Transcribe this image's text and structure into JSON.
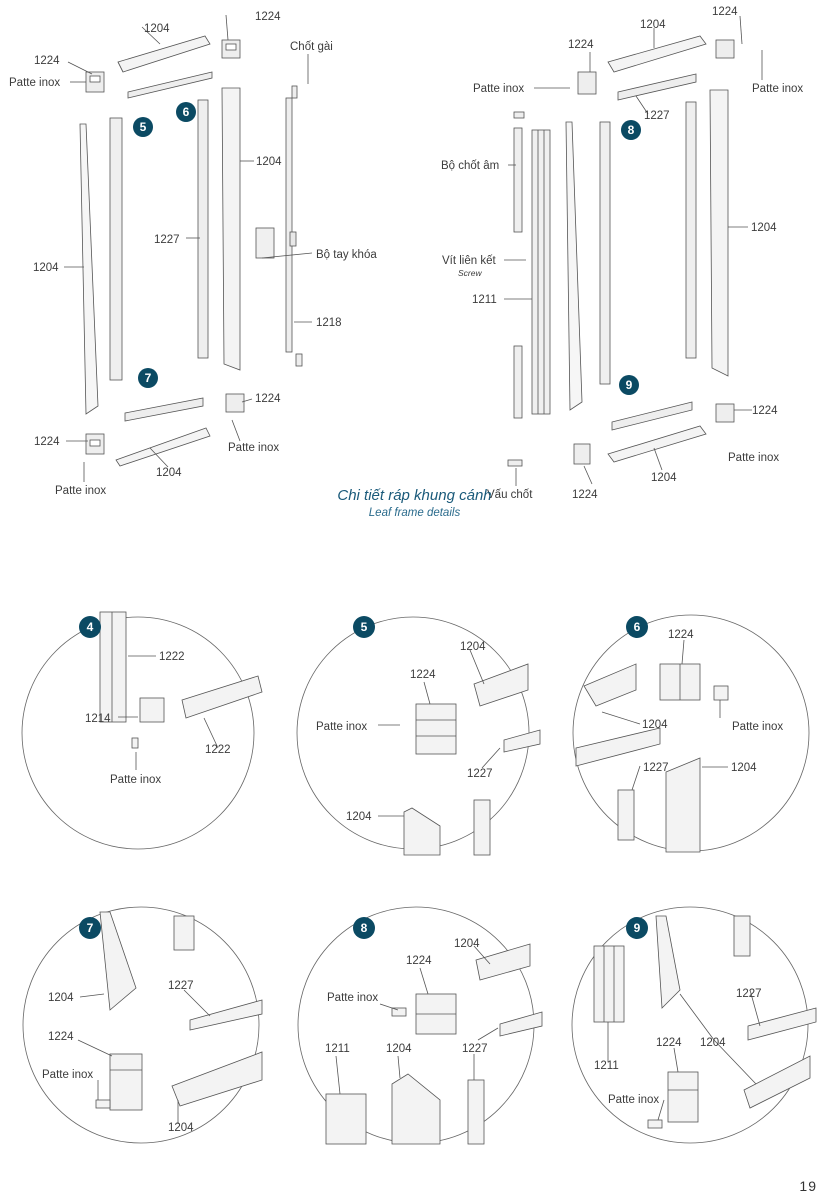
{
  "caption": {
    "title": "Chi tiết ráp khung cánh",
    "subtitle": "Leaf frame details"
  },
  "page_number": "19",
  "labels": {
    "n1204": "1204",
    "n1224": "1224",
    "n1227": "1227",
    "n1218": "1218",
    "n1211": "1211",
    "n1222": "1222",
    "n1214": "1214",
    "patte": "Patte inox",
    "chot_gai": "Chốt gài",
    "tay_khoa": "Bộ tay khóa",
    "chot_am": "Bộ chốt âm",
    "vit": "Vít liên kết",
    "screw": "Screw",
    "vau_chot": "Vấu chốt"
  },
  "badges": {
    "b4": "4",
    "b5": "5",
    "b6": "6",
    "b7": "7",
    "b8": "8",
    "b9": "9"
  },
  "colors": {
    "badge": "#0b4a63",
    "line": "#555555",
    "accent_blue": "#2f86c6"
  }
}
